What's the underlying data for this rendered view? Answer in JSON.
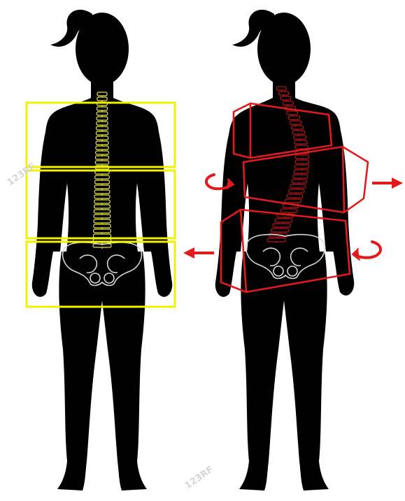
{
  "figures": [
    {
      "state": "normal",
      "spine_color": "#e6e64a",
      "box_color": "#f2f200"
    },
    {
      "state": "scoliosis",
      "spine_color": "#b01818",
      "box_color": "#e11b1b"
    }
  ],
  "colors": {
    "silhouette": "#000000",
    "background": "#ffffff",
    "pelvis": "#d9d9d9",
    "arrow": "#e11b1b"
  },
  "icons": {
    "rotation": "curved-rotation-arrow-icon",
    "shift": "straight-shift-arrow-icon"
  },
  "watermark": "123RF"
}
